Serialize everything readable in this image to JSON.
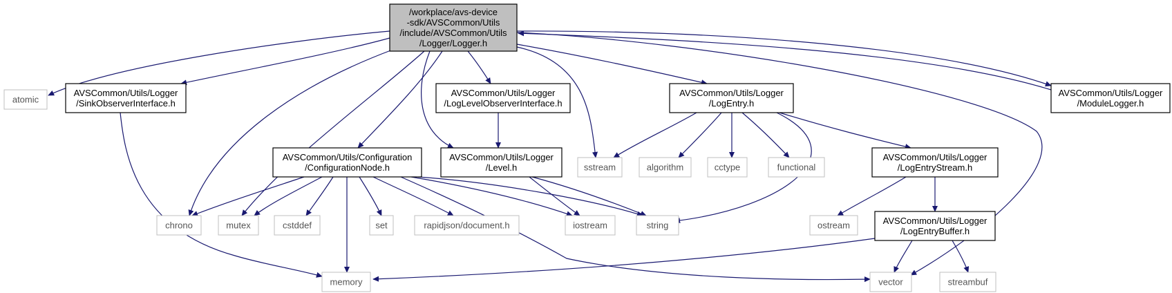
{
  "diagram": {
    "colors": {
      "edge": "#191970",
      "main_fill": "#bfbfbf",
      "node_border": "#000000",
      "external_border": "#bfbfbf"
    },
    "nodes": [
      {
        "id": "logger",
        "lines": [
          "/workplace/avs-device",
          "-sdk/AVSCommon/Utils",
          "/include/AVSCommon/Utils",
          "/Logger/Logger.h"
        ],
        "kind": "main"
      },
      {
        "id": "atomic",
        "lines": [
          "atomic"
        ],
        "kind": "external"
      },
      {
        "id": "sinkobs",
        "lines": [
          "AVSCommon/Utils/Logger",
          "/SinkObserverInterface.h"
        ],
        "kind": "internal"
      },
      {
        "id": "confnode",
        "lines": [
          "AVSCommon/Utils/Configuration",
          "/ConfigurationNode.h"
        ],
        "kind": "internal"
      },
      {
        "id": "loglevelobs",
        "lines": [
          "AVSCommon/Utils/Logger",
          "/LogLevelObserverInterface.h"
        ],
        "kind": "internal"
      },
      {
        "id": "level",
        "lines": [
          "AVSCommon/Utils/Logger",
          "/Level.h"
        ],
        "kind": "internal"
      },
      {
        "id": "logentry",
        "lines": [
          "AVSCommon/Utils/Logger",
          "/LogEntry.h"
        ],
        "kind": "internal"
      },
      {
        "id": "modlogger",
        "lines": [
          "AVSCommon/Utils/Logger",
          "/ModuleLogger.h"
        ],
        "kind": "internal"
      },
      {
        "id": "logentrystream",
        "lines": [
          "AVSCommon/Utils/Logger",
          "/LogEntryStream.h"
        ],
        "kind": "internal"
      },
      {
        "id": "logentrybuffer",
        "lines": [
          "AVSCommon/Utils/Logger",
          "/LogEntryBuffer.h"
        ],
        "kind": "internal"
      },
      {
        "id": "chrono",
        "lines": [
          "chrono"
        ],
        "kind": "external"
      },
      {
        "id": "mutex",
        "lines": [
          "mutex"
        ],
        "kind": "external"
      },
      {
        "id": "cstddef",
        "lines": [
          "cstddef"
        ],
        "kind": "external"
      },
      {
        "id": "set",
        "lines": [
          "set"
        ],
        "kind": "external"
      },
      {
        "id": "rapidjson",
        "lines": [
          "rapidjson/document.h"
        ],
        "kind": "external"
      },
      {
        "id": "iostream",
        "lines": [
          "iostream"
        ],
        "kind": "external"
      },
      {
        "id": "string",
        "lines": [
          "string"
        ],
        "kind": "external"
      },
      {
        "id": "sstream",
        "lines": [
          "sstream"
        ],
        "kind": "external"
      },
      {
        "id": "algorithm",
        "lines": [
          "algorithm"
        ],
        "kind": "external"
      },
      {
        "id": "cctype",
        "lines": [
          "cctype"
        ],
        "kind": "external"
      },
      {
        "id": "functional",
        "lines": [
          "functional"
        ],
        "kind": "external"
      },
      {
        "id": "ostream",
        "lines": [
          "ostream"
        ],
        "kind": "external"
      },
      {
        "id": "memory",
        "lines": [
          "memory"
        ],
        "kind": "external"
      },
      {
        "id": "vector",
        "lines": [
          "vector"
        ],
        "kind": "external"
      },
      {
        "id": "streambuf",
        "lines": [
          "streambuf"
        ],
        "kind": "external"
      }
    ],
    "edges": [
      {
        "from": "logger",
        "to": "atomic"
      },
      {
        "from": "logger",
        "to": "sinkobs"
      },
      {
        "from": "logger",
        "to": "chrono"
      },
      {
        "from": "logger",
        "to": "mutex"
      },
      {
        "from": "logger",
        "to": "confnode"
      },
      {
        "from": "logger",
        "to": "level"
      },
      {
        "from": "logger",
        "to": "loglevelobs"
      },
      {
        "from": "logger",
        "to": "sstream"
      },
      {
        "from": "logger",
        "to": "logentry"
      },
      {
        "from": "logger",
        "to": "vector"
      },
      {
        "from": "logger",
        "to": "modlogger"
      },
      {
        "from": "modlogger",
        "to": "logger"
      },
      {
        "from": "sinkobs",
        "to": "memory"
      },
      {
        "from": "loglevelobs",
        "to": "level"
      },
      {
        "from": "confnode",
        "to": "chrono"
      },
      {
        "from": "confnode",
        "to": "mutex"
      },
      {
        "from": "confnode",
        "to": "cstddef"
      },
      {
        "from": "confnode",
        "to": "memory"
      },
      {
        "from": "confnode",
        "to": "set"
      },
      {
        "from": "confnode",
        "to": "rapidjson"
      },
      {
        "from": "confnode",
        "to": "iostream"
      },
      {
        "from": "confnode",
        "to": "string"
      },
      {
        "from": "confnode",
        "to": "vector"
      },
      {
        "from": "level",
        "to": "iostream"
      },
      {
        "from": "level",
        "to": "string"
      },
      {
        "from": "logentry",
        "to": "sstream"
      },
      {
        "from": "logentry",
        "to": "algorithm"
      },
      {
        "from": "logentry",
        "to": "cctype"
      },
      {
        "from": "logentry",
        "to": "functional"
      },
      {
        "from": "logentry",
        "to": "string"
      },
      {
        "from": "logentry",
        "to": "logentrystream"
      },
      {
        "from": "logentrystream",
        "to": "ostream"
      },
      {
        "from": "logentrystream",
        "to": "logentrybuffer"
      },
      {
        "from": "logentrybuffer",
        "to": "memory"
      },
      {
        "from": "logentrybuffer",
        "to": "vector"
      },
      {
        "from": "logentrybuffer",
        "to": "streambuf"
      }
    ]
  }
}
